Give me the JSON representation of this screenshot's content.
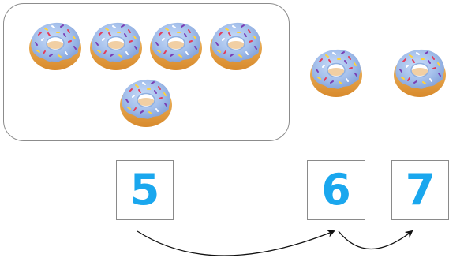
{
  "counting": {
    "start_number": "5",
    "next_number": "6",
    "final_number": "7"
  },
  "donut_icon": "frosted-donut-with-sprinkles",
  "colors": {
    "number_text": "#1aa7ee",
    "frosting": "#a9c4ee",
    "dough": "#e9a64a"
  }
}
